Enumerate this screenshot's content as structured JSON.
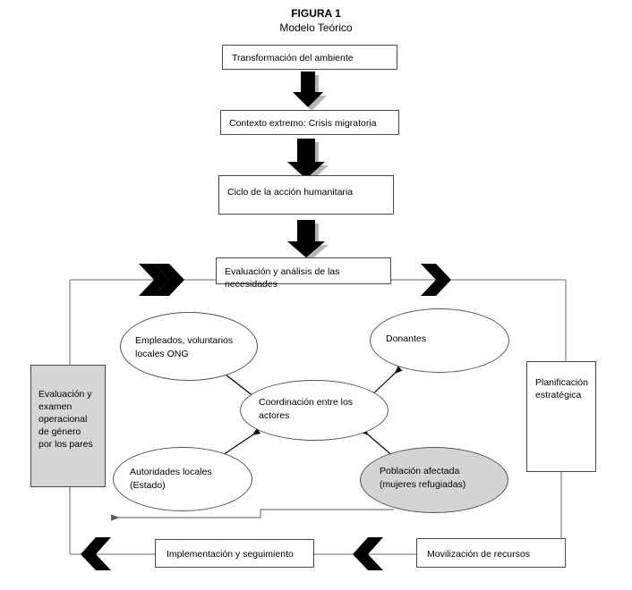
{
  "figure": {
    "title_line1": "FIGURA 1",
    "title_line2": "Modelo Teórico"
  },
  "diagram": {
    "type": "flowchart",
    "nodes": [
      {
        "id": "transformacion",
        "label": "Transformación del ambiente",
        "shape": "rectangle",
        "fill": "#ffffff"
      },
      {
        "id": "contexto",
        "label": "Contexto extremo: Crisis migratoria",
        "shape": "rectangle",
        "fill": "#ffffff"
      },
      {
        "id": "ciclo",
        "label": "Ciclo de la acción humanitaria",
        "shape": "rectangle",
        "fill": "#ffffff"
      },
      {
        "id": "evaluacion_necesidades",
        "label": "Evaluación y análisis de las necesidades",
        "shape": "rectangle",
        "fill": "#ffffff"
      },
      {
        "id": "evaluacion_genero",
        "label": "Evaluación y examen operacional de género por los pares",
        "shape": "rectangle",
        "fill": "#d6d6d6"
      },
      {
        "id": "planificacion",
        "label": "Planificación estratégica",
        "shape": "rectangle",
        "fill": "#ffffff"
      },
      {
        "id": "implementacion",
        "label": "Implementación y seguimiento",
        "shape": "rectangle",
        "fill": "#ffffff"
      },
      {
        "id": "movilizacion",
        "label": "Movilización de recursos",
        "shape": "rectangle",
        "fill": "#ffffff"
      },
      {
        "id": "empleados",
        "label": "Empleados, voluntarios locales ONG",
        "shape": "ellipse",
        "fill": "#ffffff"
      },
      {
        "id": "donantes",
        "label": "Donantes",
        "shape": "ellipse",
        "fill": "#ffffff"
      },
      {
        "id": "coordinacion",
        "label": "Coordinación entre los actores",
        "shape": "ellipse",
        "fill": "#ffffff"
      },
      {
        "id": "autoridades",
        "label": "Autoridades locales (Estado)",
        "shape": "ellipse",
        "fill": "#ffffff"
      },
      {
        "id": "poblacion",
        "label": "Población afectada (mujeres refugiadas)",
        "shape": "ellipse",
        "fill": "#d4d4d4"
      }
    ],
    "labels": {
      "transformacion": "Transformación del ambiente",
      "contexto": "Contexto extremo: Crisis migratoria",
      "ciclo": "Ciclo de la acción humanitaria",
      "evaluacion_necesidades": "Evaluación y análisis de las necesidades",
      "evaluacion_genero_l1": "Evaluación y",
      "evaluacion_genero_l2": "examen",
      "evaluacion_genero_l3": "operacional",
      "evaluacion_genero_l4": "de género",
      "evaluacion_genero_l5": "por  los pares",
      "planificacion_l1": "Planificación",
      "planificacion_l2": "estratégica",
      "implementacion": "Implementación  y seguimiento",
      "movilizacion": "Movilización de recursos",
      "empleados_l1": "Empleados, voluntarios",
      "empleados_l2": "locales ONG",
      "donantes": "Donantes",
      "coordinacion_l1": "Coordinación entre los",
      "coordinacion_l2": "actores",
      "autoridades_l1": "Autoridades locales",
      "autoridades_l2": "(Estado)",
      "poblacion_l1": "Población afectada",
      "poblacion_l2": "(mujeres refugiadas)"
    },
    "edges": [
      {
        "from": "transformacion",
        "to": "contexto",
        "style": "block-arrow-down"
      },
      {
        "from": "contexto",
        "to": "ciclo",
        "style": "block-arrow-down"
      },
      {
        "from": "ciclo",
        "to": "evaluacion_necesidades",
        "style": "block-arrow-down"
      },
      {
        "from": "evaluacion_necesidades",
        "to": "planificacion",
        "style": "chevron-right"
      },
      {
        "from": "evaluacion_genero",
        "to": "evaluacion_necesidades",
        "style": "chevron-right"
      },
      {
        "from": "planificacion",
        "to": "movilizacion",
        "style": "line"
      },
      {
        "from": "movilizacion",
        "to": "implementacion",
        "style": "chevron-left"
      },
      {
        "from": "implementacion",
        "to": "evaluacion_genero",
        "style": "chevron-left"
      },
      {
        "from": "poblacion",
        "to": "evaluacion_genero",
        "style": "thin-arrow-left"
      },
      {
        "from": "empleados",
        "to": "coordinacion",
        "style": "double-arrow"
      },
      {
        "from": "donantes",
        "to": "coordinacion",
        "style": "double-arrow"
      },
      {
        "from": "autoridades",
        "to": "coordinacion",
        "style": "double-arrow"
      },
      {
        "from": "poblacion",
        "to": "coordinacion",
        "style": "double-arrow"
      }
    ],
    "colors": {
      "stroke": "#4a4a4a",
      "arrow_fill": "#000000",
      "shadow": "#b0b0b0",
      "gray_fill": "#d6d6d6",
      "background": "#ffffff"
    }
  }
}
